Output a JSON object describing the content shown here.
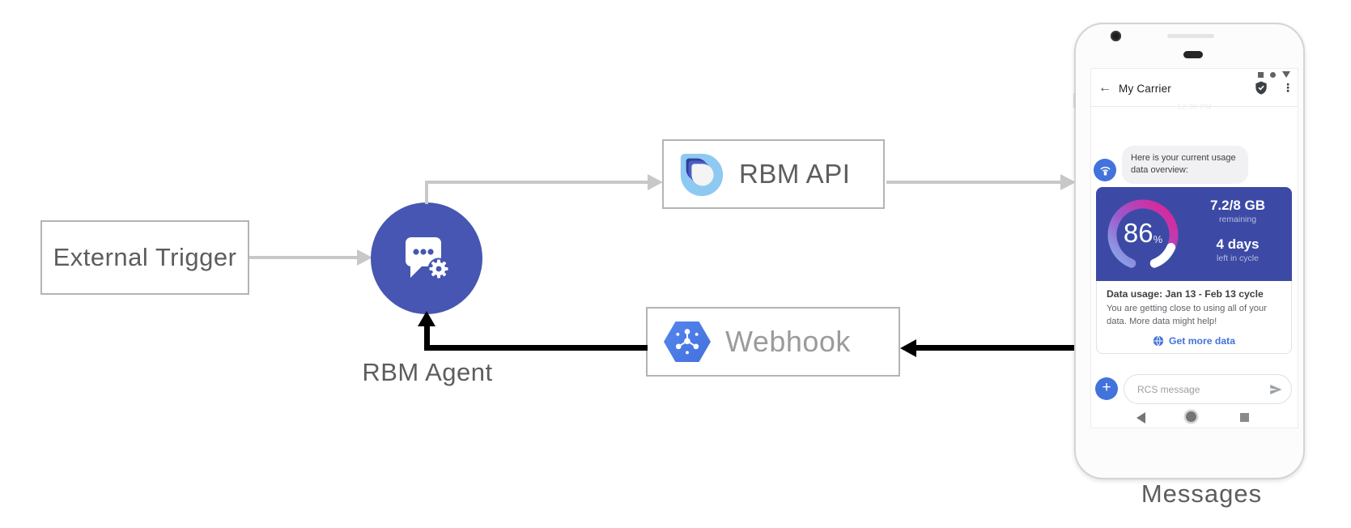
{
  "diagram": {
    "external_trigger_label": "External Trigger",
    "rbm_agent_label": "RBM Agent",
    "rbm_api_label": "RBM API",
    "webhook_label": "Webhook",
    "phone_caption": "Messages",
    "icons": {
      "rbm_agent": "chat-bubble-gear-icon",
      "rbm_api": "rbm-teardrop-logo",
      "webhook": "hexagon-network-icon"
    },
    "colors": {
      "agent_circle": "#4656b2",
      "arrow_gray": "#c8c8c8",
      "arrow_black": "#000000",
      "box_border": "#b4b4b4"
    }
  },
  "phone": {
    "status_bar": {
      "icons": [
        "square",
        "circle",
        "triangle"
      ],
      "faint_timestamp": "12:30 PM"
    },
    "header": {
      "back_icon": "←",
      "title": "My Carrier",
      "shield_icon": "verified-badge",
      "menu_icon": "⋮"
    },
    "conversation": {
      "agent_avatar_icon": "carrier-signal-icon",
      "bubble_text": "Here is your current usage data overview:"
    },
    "usage_card": {
      "percent_value": "86",
      "percent_unit": "%",
      "remaining_value": "7.2/8 GB",
      "remaining_label": "remaining",
      "cycle_value": "4 days",
      "cycle_label": "left in cycle",
      "title": "Data usage: Jan 13 - Feb 13 cycle",
      "body": "You are getting close to using all of your data. More data might help!",
      "action_label": "Get more data",
      "colors": {
        "card_background": "#3c4aa5",
        "gauge_start": "#86b0e9",
        "gauge_mid": "#9b59cd",
        "gauge_end": "#e51d92",
        "gauge_remainder": "#ffffff",
        "action_blue": "#4272db"
      }
    },
    "compose": {
      "plus_label": "+",
      "placeholder": "RCS message",
      "send_icon": "send-arrow-icon"
    },
    "navbar": {
      "back_icon": "back-triangle",
      "home_icon": "home-circle",
      "recents_icon": "recents-square"
    }
  }
}
